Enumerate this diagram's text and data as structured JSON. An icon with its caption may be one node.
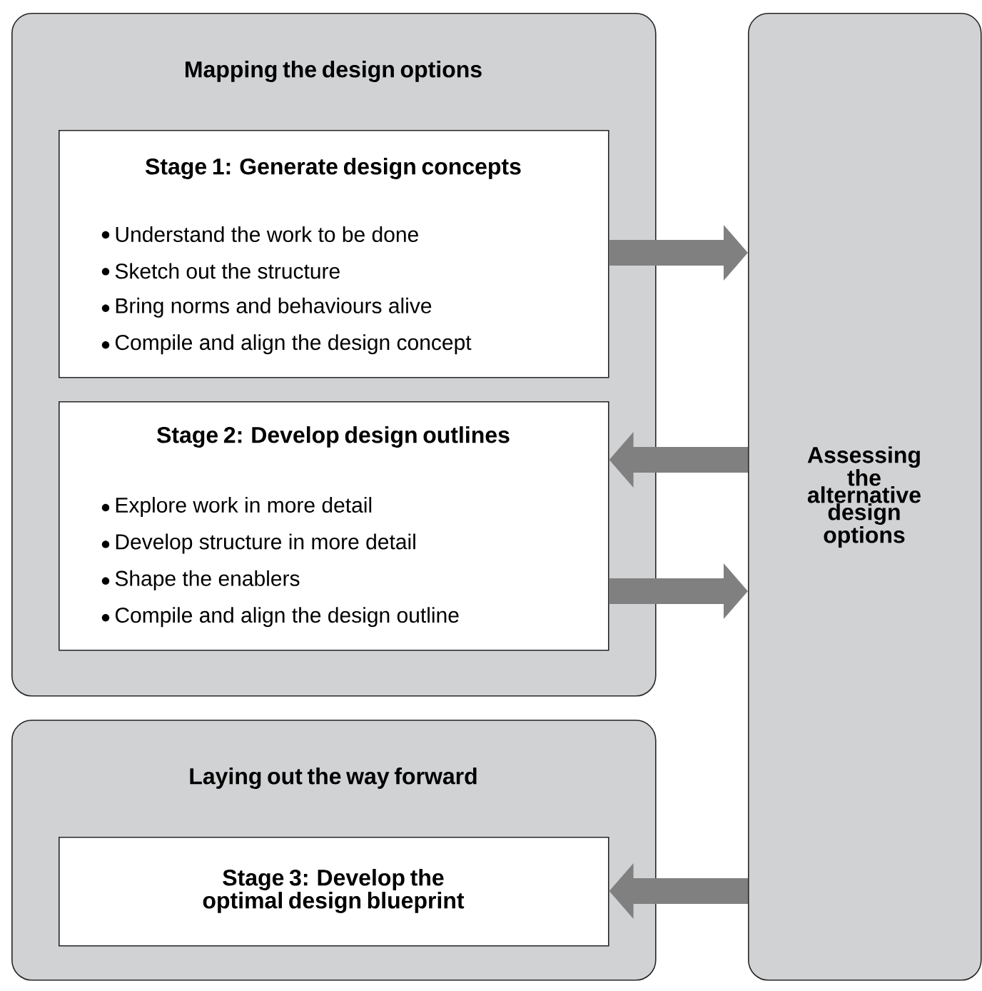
{
  "diagram": {
    "nodes": [
      {
        "text": [
          "Mapping the design options"
        ]
      },
      {
        "text": [
          "Stage 1: Generate design concepts",
          "Understand the work to be done",
          "Sketch out the structure",
          "Bring norms and behaviours alive",
          "Compile and align the design concept"
        ],
        "in": 0
      },
      {
        "text": [
          "Stage 2: Develop design outlines",
          "Explore work in more detail",
          "Develop structure in more detail",
          "Shape the enablers",
          "Compile and align the design outline"
        ],
        "in": 0
      },
      {
        "text": [
          "Laying out the way forward"
        ]
      },
      {
        "text": [
          "Stage 3: Develop the optimal design blueprint"
        ],
        "in": 3
      },
      {
        "text": [
          "Assessing the alternative design options"
        ]
      }
    ],
    "edges": [
      {
        "from": 1,
        "to": 5,
        "arrow": "to"
      },
      {
        "from": 5,
        "to": 2,
        "arrow": "to"
      },
      {
        "from": 2,
        "to": 5,
        "arrow": "to"
      },
      {
        "from": 5,
        "to": 4,
        "arrow": "to"
      }
    ]
  }
}
